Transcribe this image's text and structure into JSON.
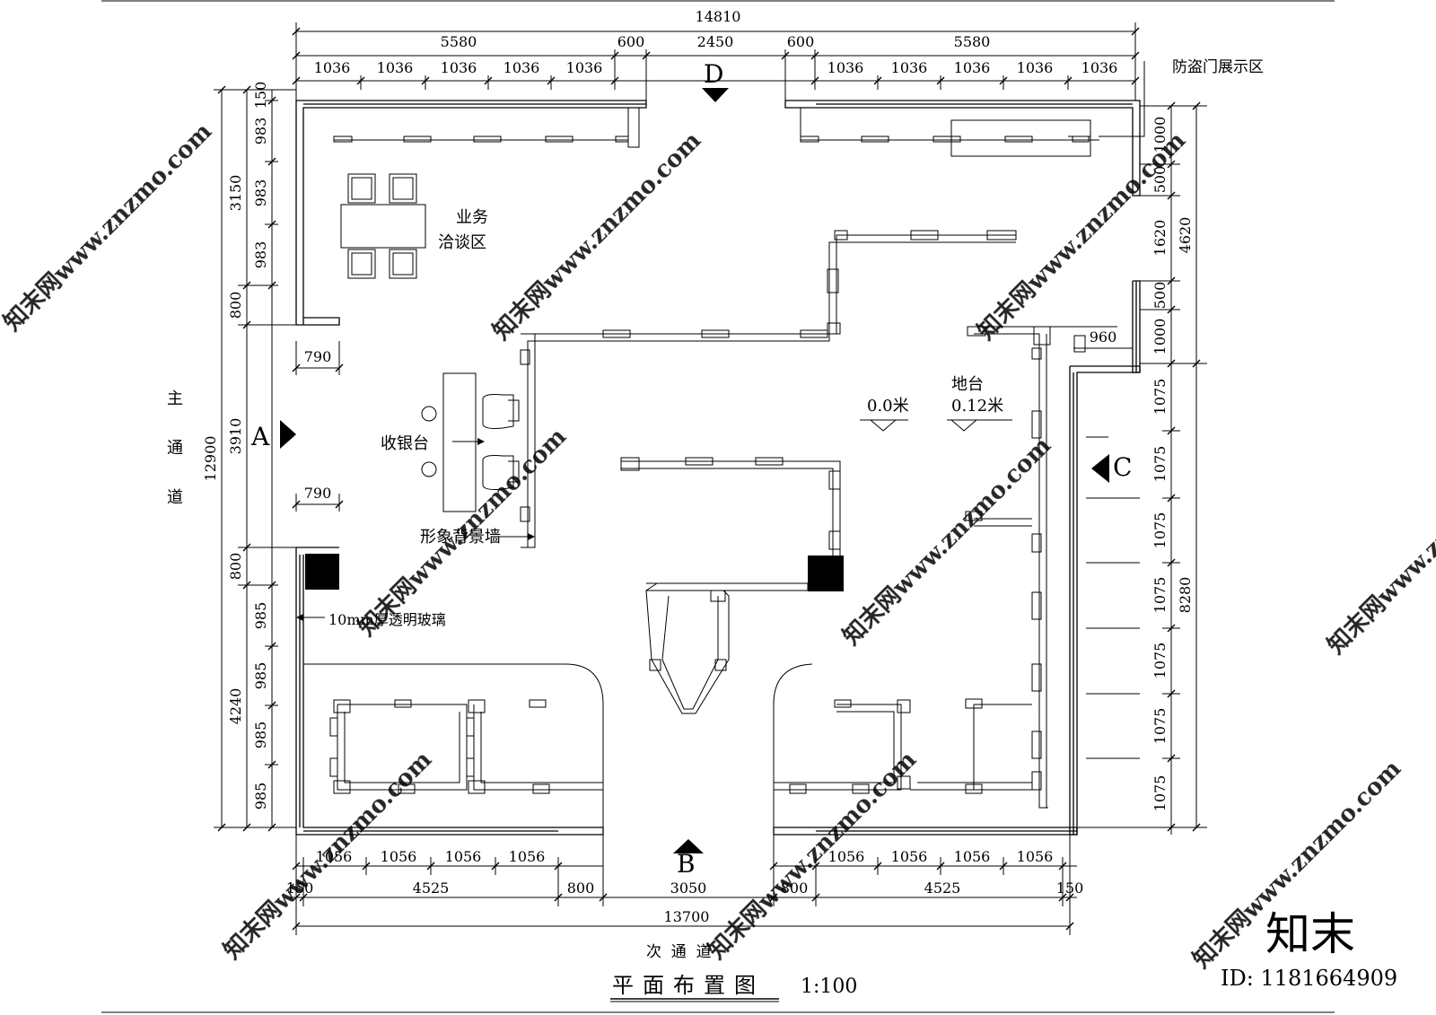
{
  "title": "平面布置图",
  "scale": "1:100",
  "dimensions": {
    "top_total": "14810",
    "top_left_span": "5580",
    "top_left_gap": "600",
    "top_door": "2450",
    "top_right_gap": "600",
    "top_right_span": "5580",
    "top_left_bays": [
      "1036",
      "1036",
      "1036",
      "1036",
      "1036"
    ],
    "top_right_bays": [
      "1036",
      "1036",
      "1036",
      "1036",
      "1036"
    ],
    "left_total": "12900",
    "left_upper": "3150",
    "left_upper_parts": [
      "150",
      "983",
      "983",
      "983"
    ],
    "left_800_top": "800",
    "left_middle": "3910",
    "left_800_bottom": "800",
    "left_lower": "4240",
    "left_lower_parts": [
      "985",
      "985",
      "985",
      "985"
    ],
    "entrance_width_top": "790",
    "entrance_width_bottom": "790",
    "right_upper_total": "4620",
    "right_upper_parts": [
      "1000",
      "500",
      "1620",
      "500",
      "1000"
    ],
    "right_lower_total": "8280",
    "right_lower_parts": [
      "1075",
      "1075",
      "1075",
      "1075",
      "1075",
      "1075",
      "1075"
    ],
    "platform_960": "960",
    "bottom_bays_left": [
      "1056",
      "1056",
      "1056",
      "1056"
    ],
    "bottom_bays_right": [
      "1056",
      "1056",
      "1056",
      "1056"
    ],
    "bottom_150_left": "150",
    "bottom_4525_left": "4525",
    "bottom_800_left": "800",
    "bottom_3050": "3050",
    "bottom_800_right": "800",
    "bottom_4525_right": "4525",
    "bottom_150_right": "150",
    "bottom_total": "13700"
  },
  "labels": {
    "business_area_1": "业务",
    "business_area_2": "洽谈区",
    "cashier": "收银台",
    "image_wall": "形象背景墙",
    "glass": "10mm厚透明玻璃",
    "door_display": "防盗门展示区",
    "platform": "地台",
    "level_floor": "0.0米",
    "level_platform": "0.12米",
    "main_passage": [
      "主",
      "通",
      "道"
    ],
    "secondary_passage": "次  通  道"
  },
  "section_markers": {
    "A": "A",
    "B": "B",
    "C": "C",
    "D": "D"
  },
  "watermark": {
    "brand": "知末",
    "id": "ID: 1181664909",
    "site": "知末网www.znzmo.com"
  },
  "colors": {
    "line": "#000000",
    "background": "#ffffff",
    "watermark": "#d9d9d9"
  }
}
